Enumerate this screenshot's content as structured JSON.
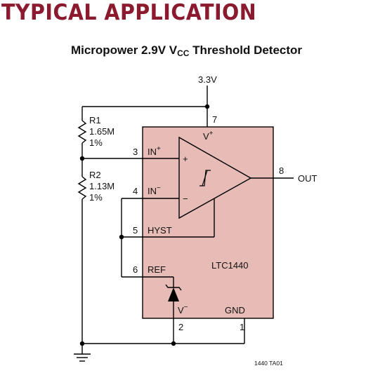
{
  "heading": "TYPICAL APPLICATION",
  "subtitle": {
    "prefix": "Micropower 2.9V V",
    "sub": "CC",
    "suffix": " Threshold Detector"
  },
  "supply": "3.3V",
  "chip": {
    "name": "LTC1440",
    "pins": {
      "p1": "1",
      "p2": "2",
      "p3": "3",
      "p4": "4",
      "p5": "5",
      "p6": "6",
      "p7": "7",
      "p8": "8"
    },
    "pin_labels": {
      "vplus": "V",
      "vplus_sup": "+",
      "inplus": "IN",
      "inplus_sup": "+",
      "inminus": "IN",
      "inminus_sup": "−",
      "hyst": "HYST",
      "ref": "REF",
      "vminus": "V",
      "vminus_sup": "−",
      "gnd": "GND"
    },
    "comparator": {
      "plus": "+",
      "minus": "−"
    }
  },
  "resistors": [
    {
      "name": "R1",
      "value": "1.65M",
      "tolerance": "1%"
    },
    {
      "name": "R2",
      "value": "1.13M",
      "tolerance": "1%"
    }
  ],
  "output": "OUT",
  "figure_id": "1440 TA01",
  "colors": {
    "heading": "#8b1a2e",
    "chip_fill": "#e8bcb6",
    "wire": "#000000"
  }
}
